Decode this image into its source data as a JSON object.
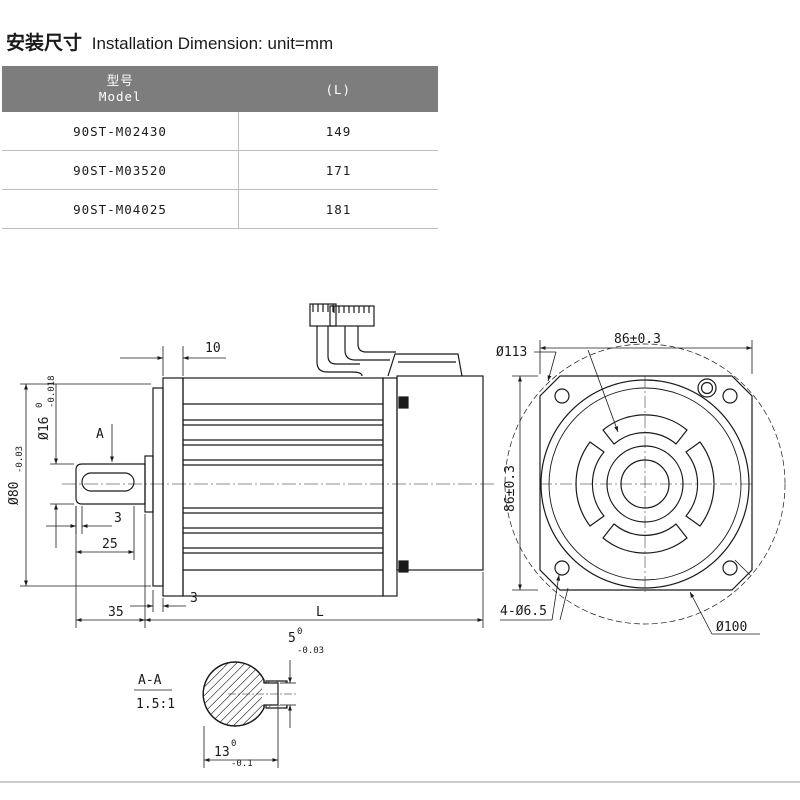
{
  "title": {
    "cn": "安装尺寸",
    "en": "Installation Dimension: unit=mm"
  },
  "table": {
    "col_model_cn": "型号",
    "col_model_en": "Model",
    "col_length": "(L)",
    "rows": [
      {
        "model": "90ST-M02430",
        "length": "149"
      },
      {
        "model": "90ST-M03520",
        "length": "171"
      },
      {
        "model": "90ST-M04025",
        "length": "181"
      }
    ]
  },
  "side_view": {
    "dim_10": "10",
    "label_a": "A",
    "dim_3_key": "3",
    "dim_25": "25",
    "dim_35": "35",
    "dim_3_flange": "3",
    "dim_l": "L",
    "dia_80_base": "Ø80",
    "dia_80_tol": "-0.03",
    "dia_16_base": "Ø16",
    "dia_16_tol_upper": "0",
    "dia_16_tol_lower": "-0.018"
  },
  "end_view": {
    "dia_113": "Ø113",
    "dim_86_h": "86±0.3",
    "dim_86_v": "86±0.3",
    "holes": "4-Ø6.5",
    "dia_100": "Ø100"
  },
  "section": {
    "label": "A-A",
    "scale": "1.5:1",
    "key_base": "5",
    "key_tol_upper": "0",
    "key_tol_lower": "-0.03",
    "depth_base": "13",
    "depth_tol_upper": "0",
    "depth_tol_lower": "-0.1"
  }
}
